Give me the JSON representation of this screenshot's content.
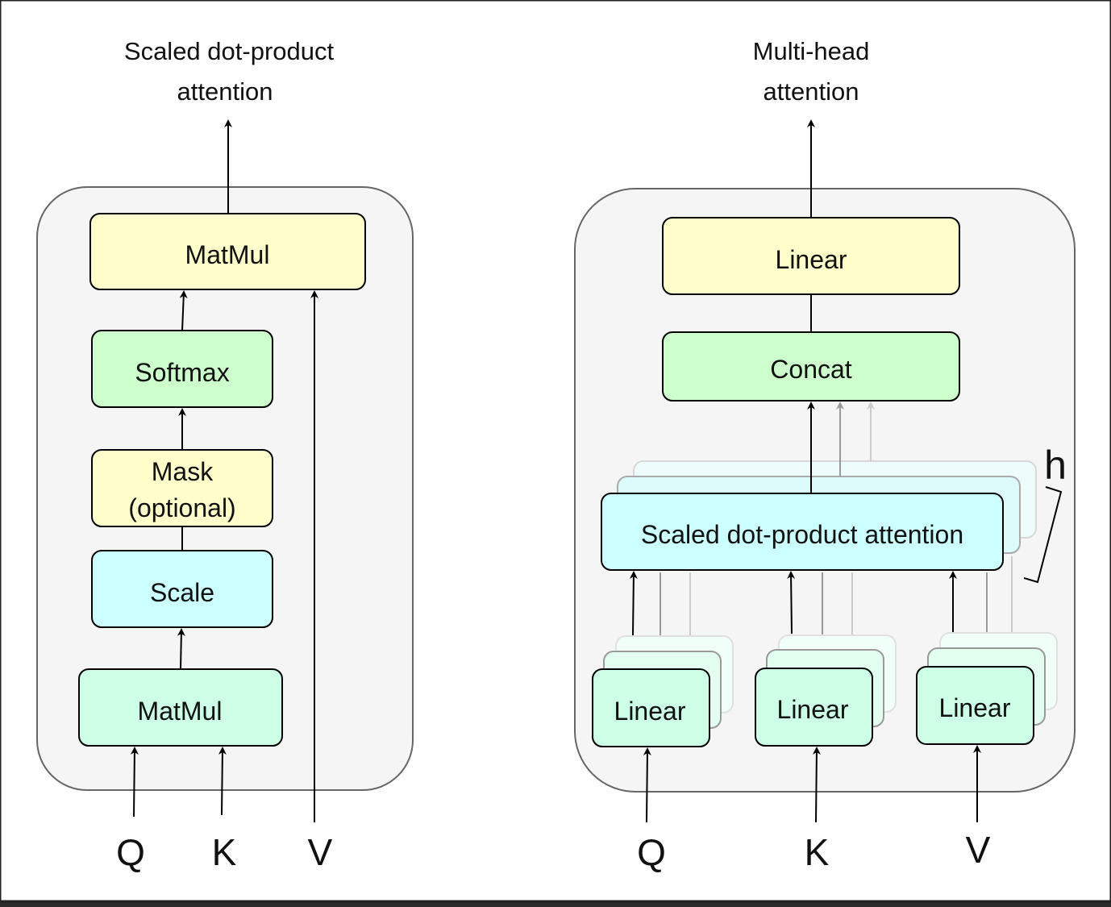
{
  "left": {
    "title_line1": "Scaled dot-product",
    "title_line2": "attention",
    "matmul_top": "MatMul",
    "softmax": "Softmax",
    "mask_line1": "Mask",
    "mask_line2": "(optional)",
    "scale": "Scale",
    "matmul_bottom": "MatMul",
    "inputs": [
      "Q",
      "K",
      "V"
    ]
  },
  "right": {
    "title_line1": "Multi-head",
    "title_line2": "attention",
    "linear_top": "Linear",
    "concat": "Concat",
    "sdpa": "Scaled dot-product attention",
    "heads_label": "h",
    "linear_q": "Linear",
    "linear_k": "Linear",
    "linear_v": "Linear",
    "inputs": [
      "Q",
      "K",
      "V"
    ]
  },
  "colors": {
    "yellow": "#ffffcc",
    "green": "#ccffcc",
    "mint": "#ccffe6",
    "cyan": "#ccffff",
    "panel": "#f5f5f5"
  }
}
